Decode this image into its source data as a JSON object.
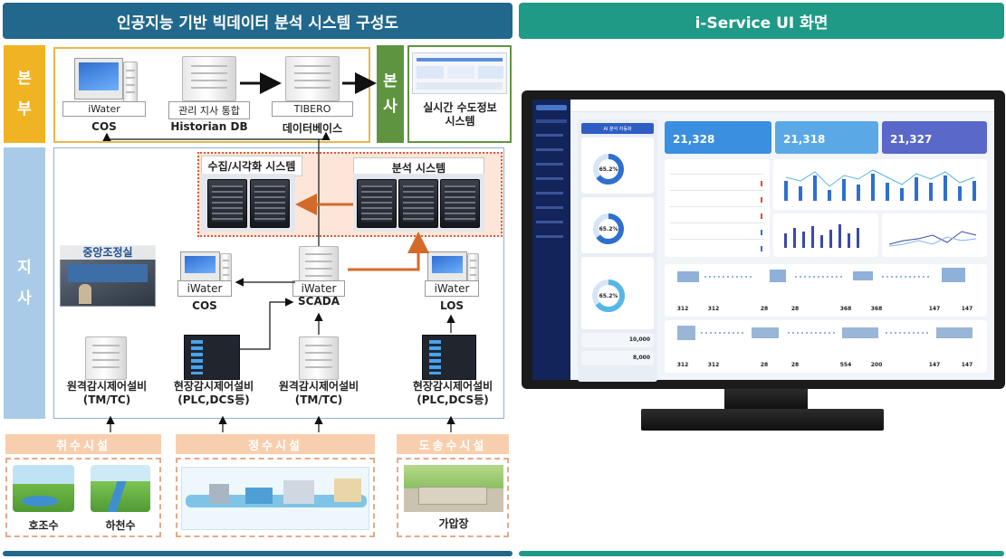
{
  "left": {
    "title": "인공지능 기반 빅데이터 분석 시스템 구성도",
    "hq_label": "본\n부",
    "hq_side_label": "본\n사",
    "branch_label": "지\n사",
    "hq_items": {
      "cos_box": "iWater",
      "cos_name": "COS",
      "historian_box": "관리 지사 통합",
      "historian_name": "Historian DB",
      "tibero_box": "TIBERO",
      "tibero_name": "데이터베이스",
      "realtime_name": "실시간 수도정보\n시스템"
    },
    "branch_items": {
      "collect_title": "수집/시각화 시스템",
      "analysis_title": "분석 시스템",
      "control_room": "중앙조정실",
      "cos_box": "iWater",
      "cos_name": "COS",
      "scada_box": "iWater",
      "scada_name": "SCADA",
      "los_box": "iWater",
      "los_name": "LOS",
      "remote1_name": "원격감시제어설비\n(TM/TC)",
      "field1_name": "현장감시제어설비\n(PLC,DCS등)",
      "remote2_name": "원격감시제어설비\n(TM/TC)",
      "field2_name": "현장감시제어설비\n(PLC,DCS등)"
    },
    "facilities": {
      "intake": "취수시설",
      "purification": "정수시설",
      "distribution": "도송수시설",
      "lake": "호조수",
      "river": "하천수",
      "booster": "가압장"
    }
  },
  "right": {
    "title": "i-Service UI 화면",
    "dashboard": {
      "ai_button": "AI 분석 자동화",
      "donut_value": "65.2%",
      "kpis": [
        "21,328",
        "21,318",
        "21,327"
      ],
      "side_values": [
        "10,000",
        "8,000"
      ],
      "facility_values_row1": [
        "312",
        "312",
        "28",
        "28",
        "368",
        "368",
        "147",
        "147"
      ],
      "facility_values_row2": [
        "312",
        "312",
        "28",
        "28",
        "554",
        "200",
        "147",
        "147"
      ]
    }
  },
  "colors": {
    "left_header": "#21688c",
    "right_header": "#1f9a86",
    "hq_side": "#f0b323",
    "hq_side2": "#5e9440",
    "branch_side": "#a9cbe8",
    "analysis_arrow": "#d46a2a",
    "facility": "#f8cfae"
  }
}
